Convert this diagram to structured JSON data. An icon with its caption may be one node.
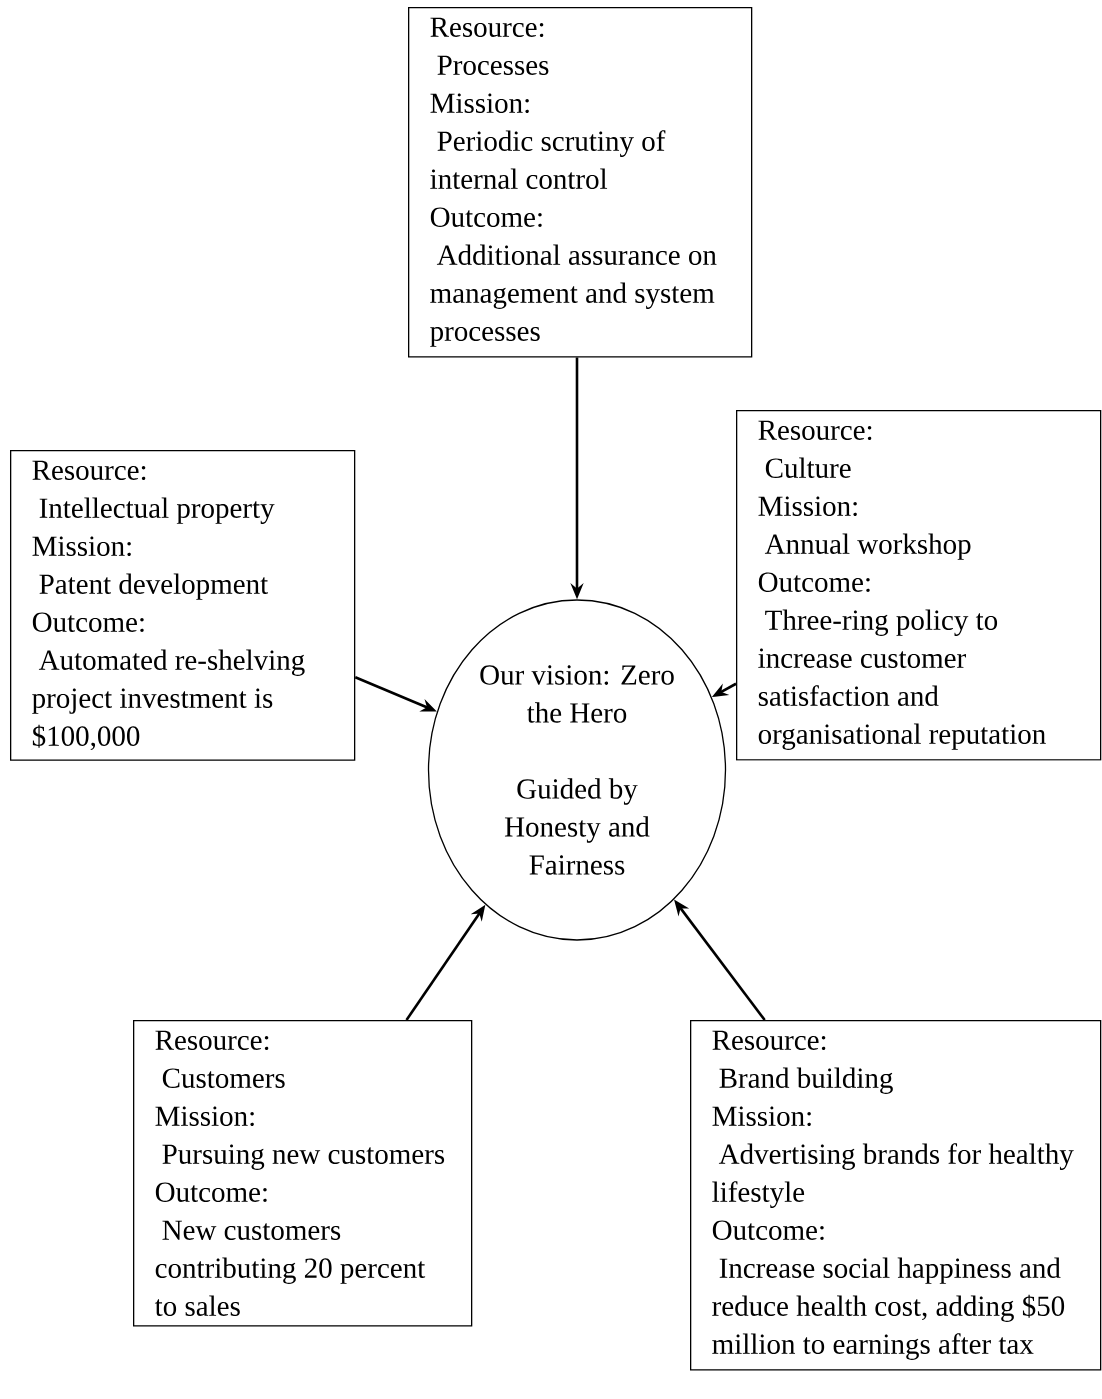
{
  "diagram": {
    "nodes": [
      {
        "text": [
          "Resource:",
          "Processes",
          "Mission:",
          "Periodic scrutiny of internal control",
          "Outcome:",
          "Additional assurance on management and system processes"
        ]
      },
      {
        "text": [
          "Resource:",
          "Intellectual property",
          "Mission:",
          "Patent development",
          "Outcome:",
          "Automated re-shelving project investment is $100,000"
        ]
      },
      {
        "text": [
          "Resource:",
          "Culture",
          "Mission:",
          "Annual workshop",
          "Outcome:",
          "Three-ring policy to increase customer satisfaction and organisational reputation"
        ]
      },
      {
        "text": [
          "Our vision: Zero the Hero",
          "Guided by Honesty and Fairness"
        ]
      },
      {
        "text": [
          "Resource:",
          "Customers",
          "Mission:",
          "Pursuing new customers",
          "Outcome:",
          "New customers contributing 20 percent to sales"
        ]
      },
      {
        "text": [
          "Resource:",
          "Brand building",
          "Mission:",
          "Advertising brands for healthy lifestyle",
          "Outcome:",
          "Increase social happiness and reduce health cost, adding $50 million to earnings after tax"
        ]
      }
    ],
    "edges": [
      {
        "from": 0,
        "to": 3,
        "arrow": "to"
      },
      {
        "from": 1,
        "to": 3,
        "arrow": "to"
      },
      {
        "from": 2,
        "to": 3,
        "arrow": "to"
      },
      {
        "from": 4,
        "to": 3,
        "arrow": "to"
      },
      {
        "from": 5,
        "to": 3,
        "arrow": "to"
      }
    ]
  }
}
